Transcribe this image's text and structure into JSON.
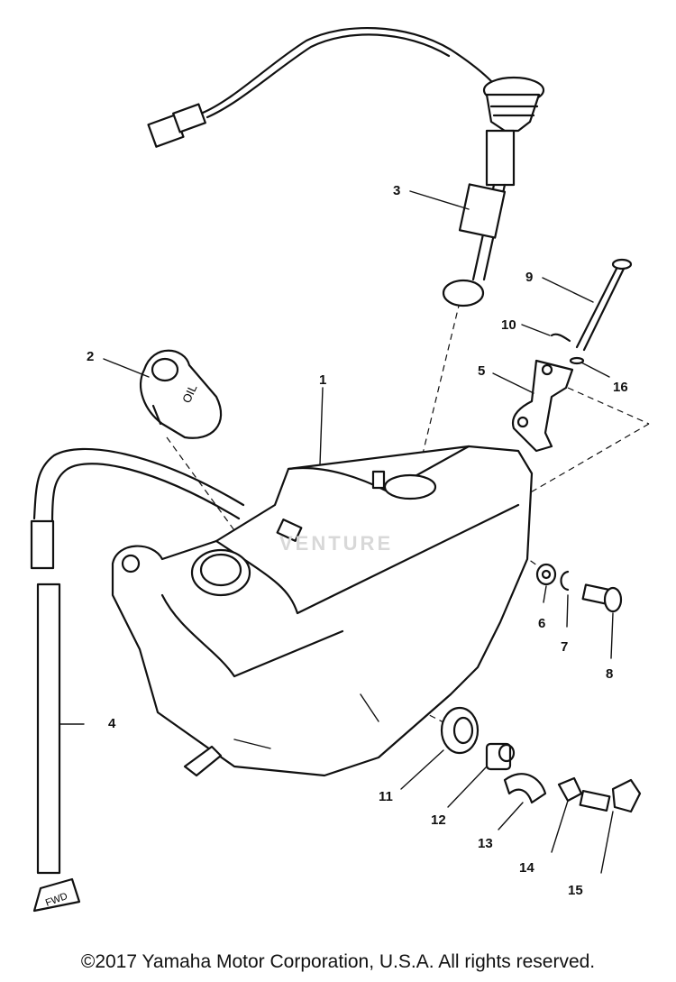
{
  "diagram": {
    "parts": [
      {
        "id": "fuel-tank",
        "number": "1"
      },
      {
        "id": "tank-cap",
        "number": "2"
      },
      {
        "id": "fuel-gauge-sender",
        "number": "3"
      },
      {
        "id": "breather-hose",
        "number": "4"
      },
      {
        "id": "bracket",
        "number": "5"
      },
      {
        "id": "washer",
        "number": "6"
      },
      {
        "id": "spring-washer",
        "number": "7"
      },
      {
        "id": "bolt",
        "number": "8"
      },
      {
        "id": "long-bolt",
        "number": "9"
      },
      {
        "id": "cotter-pin",
        "number": "10"
      },
      {
        "id": "damper",
        "number": "11"
      },
      {
        "id": "collar",
        "number": "12"
      },
      {
        "id": "clamp",
        "number": "13"
      },
      {
        "id": "nut",
        "number": "14"
      },
      {
        "id": "wing-bolt",
        "number": "15"
      },
      {
        "id": "pin-washer",
        "number": "16"
      }
    ],
    "cap_text": "OIL",
    "fwd_text": "FWD",
    "watermark": "VENTURE"
  },
  "footer": {
    "copyright": "©2017 Yamaha Motor Corporation, U.S.A. All rights reserved."
  }
}
